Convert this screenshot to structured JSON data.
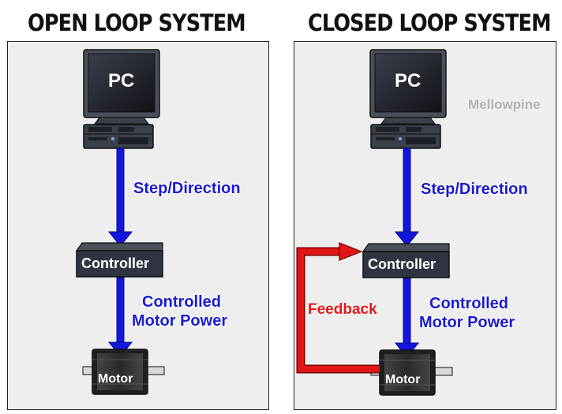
{
  "left": {
    "title": "OPEN LOOP SYSTEM",
    "pc_label": "PC",
    "signal_label": "Step/Direction",
    "controller_label": "Controller",
    "power_label_line1": "Controlled",
    "power_label_line2": "Motor Power",
    "motor_label": "Motor"
  },
  "right": {
    "title": "CLOSED LOOP SYSTEM",
    "pc_label": "PC",
    "watermark": "Mellowpine",
    "signal_label": "Step/Direction",
    "controller_label": "Controller",
    "power_label_line1": "Controlled",
    "power_label_line2": "Motor Power",
    "feedback_label": "Feedback",
    "motor_label": "Motor"
  },
  "colors": {
    "signal_arrow": "#1515e0",
    "feedback_arrow": "#e01515",
    "panel_bg": "#eeeeee",
    "device_body": "#2e3440"
  }
}
